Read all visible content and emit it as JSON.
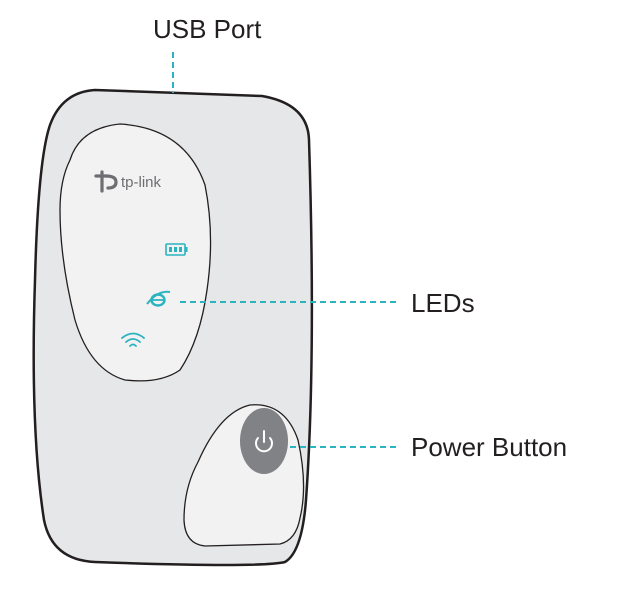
{
  "labels": {
    "usb_port": "USB Port",
    "leds": "LEDs",
    "power_button": "Power Button"
  },
  "device": {
    "brand": "tp-link",
    "led_icons": [
      "battery-icon",
      "internet-icon",
      "wifi-icon"
    ],
    "power_icon": "power-icon"
  },
  "colors": {
    "body": "#e6e7e8",
    "outline": "#231f20",
    "panel": "#f2f2f2",
    "accent": "#2bb3c0",
    "button": "#808285",
    "text": "#231f20"
  }
}
